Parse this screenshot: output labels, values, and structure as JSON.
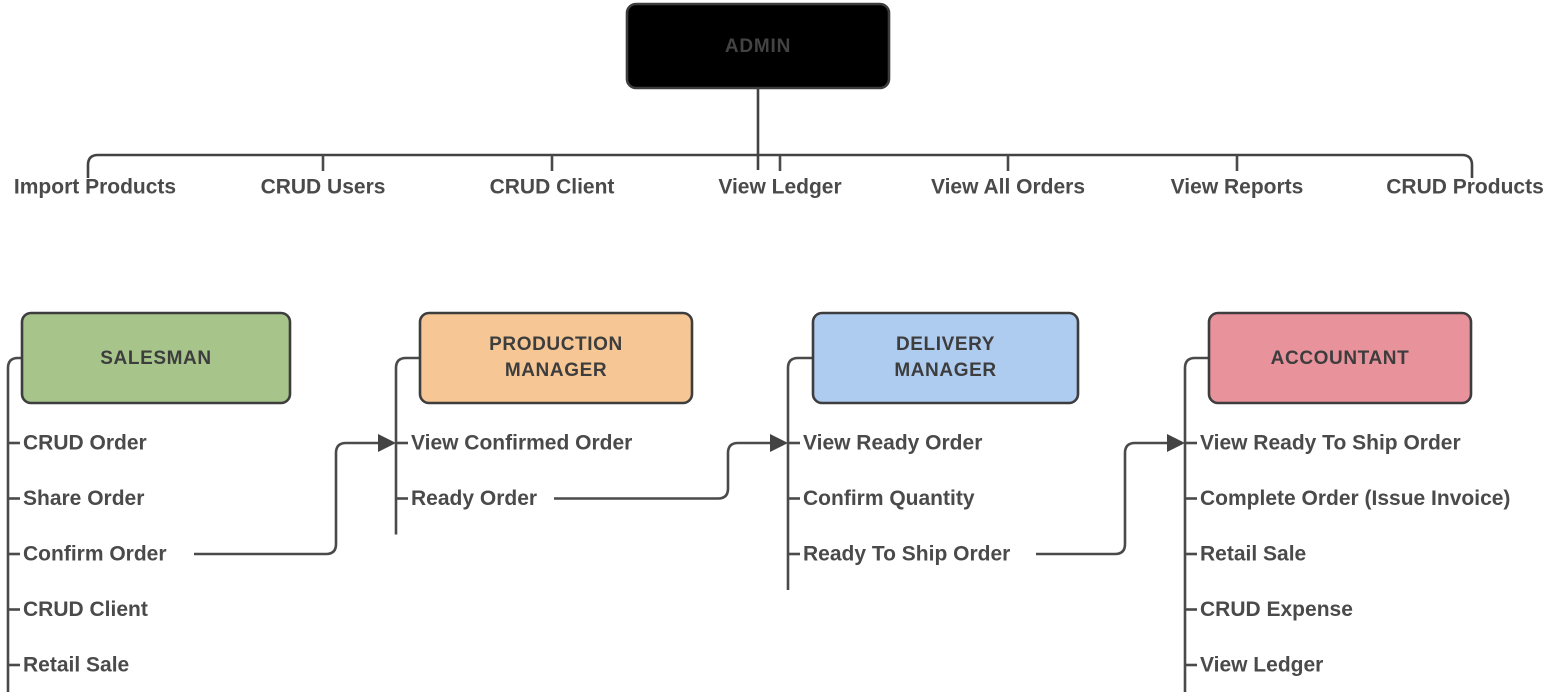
{
  "diagram": {
    "title": "ADMIN",
    "type": "org-role-permission-chart",
    "background_color": "#ffffff",
    "line_color": "#4a4a4a",
    "default_text_color": "#4a4a4a"
  },
  "root": {
    "label": "ADMIN",
    "fill": "#eeeeee",
    "border": "#434343",
    "text_color": "#434343"
  },
  "admin_permissions": [
    {
      "label": "Import Products"
    },
    {
      "label": "CRUD Users"
    },
    {
      "label": "CRUD Client"
    },
    {
      "label": "View Ledger"
    },
    {
      "label": "View All Orders"
    },
    {
      "label": "View Reports"
    },
    {
      "label": "CRUD Products"
    }
  ],
  "roles": [
    {
      "id": "salesman",
      "label": "SALESMAN",
      "label_lines": [
        "SALESMAN"
      ],
      "fill": "#a7c48b",
      "border": "#3d3d3d",
      "text_color": "#3d3d3d",
      "has_incoming_arrow": false,
      "tasks": [
        {
          "label": "CRUD Order",
          "color": "#4a4a4a",
          "has_outgoing": false
        },
        {
          "label": "Share Order",
          "color": "#4a4a4a",
          "has_outgoing": false
        },
        {
          "label": "Confirm Order",
          "color": "#4a4a4a",
          "has_outgoing": true
        },
        {
          "label": "CRUD Client",
          "color": "#3d7a14",
          "has_outgoing": false
        },
        {
          "label": "Retail Sale",
          "color": "#3d7a14",
          "has_outgoing": false
        }
      ]
    },
    {
      "id": "production-manager",
      "label": "PRODUCTION MANAGER",
      "label_lines": [
        "PRODUCTION",
        "MANAGER"
      ],
      "fill": "#f6c795",
      "border": "#3d3d3d",
      "text_color": "#3d3d3d",
      "has_incoming_arrow": true,
      "tasks": [
        {
          "label": "View Confirmed Order",
          "color": "#4a4a4a",
          "has_outgoing": false
        },
        {
          "label": "Ready Order",
          "color": "#4a4a4a",
          "has_outgoing": true
        }
      ]
    },
    {
      "id": "delivery-manager",
      "label": "DELIVERY MANAGER",
      "label_lines": [
        "DELIVERY",
        "MANAGER"
      ],
      "fill": "#aecbf0",
      "border": "#3d3d3d",
      "text_color": "#2f3b4a",
      "has_incoming_arrow": true,
      "tasks": [
        {
          "label": "View Ready Order",
          "color": "#4a4a4a",
          "has_outgoing": false
        },
        {
          "label": "Confirm Quantity",
          "color": "#4a4a4a",
          "has_outgoing": false
        },
        {
          "label": "Ready To Ship Order",
          "color": "#4a4a4a",
          "has_outgoing": true
        }
      ]
    },
    {
      "id": "accountant",
      "label": "ACCOUNTANT",
      "label_lines": [
        "ACCOUNTANT"
      ],
      "fill": "#e8929c",
      "border": "#3d3d3d",
      "text_color": "#4a3035",
      "has_incoming_arrow": true,
      "tasks": [
        {
          "label": "View Ready To Ship Order",
          "color": "#4a4a4a",
          "has_outgoing": false
        },
        {
          "label": "Complete Order (Issue Invoice)",
          "color": "#4a4a4a",
          "has_outgoing": false
        },
        {
          "label": "Retail Sale",
          "color": "#cc0a2b",
          "has_outgoing": false
        },
        {
          "label": "CRUD Expense",
          "color": "#cc0a2b",
          "has_outgoing": false
        },
        {
          "label": "View Ledger",
          "color": "#cc0a2b",
          "has_outgoing": false
        }
      ]
    }
  ],
  "flow_connections": [
    {
      "from": "salesman.Confirm Order",
      "to": "production-manager"
    },
    {
      "from": "production-manager.Ready Order",
      "to": "delivery-manager"
    },
    {
      "from": "delivery-manager.Ready To Ship Order",
      "to": "accountant"
    }
  ]
}
